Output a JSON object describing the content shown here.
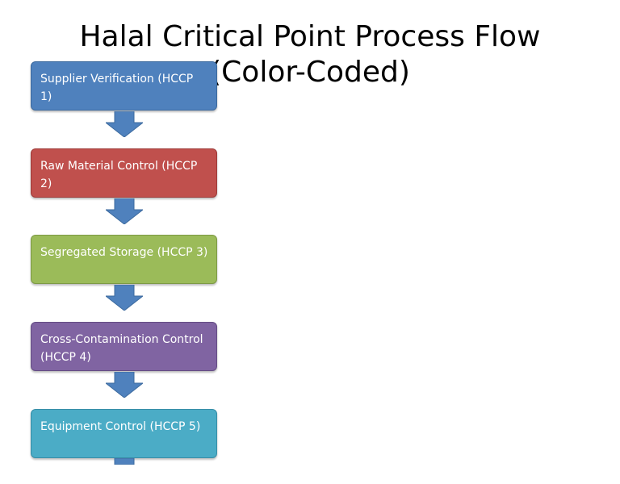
{
  "slide": {
    "title_line1": "Halal Critical Point Process Flow",
    "title_line2": "(Color-Coded)"
  },
  "steps": [
    {
      "label": "Supplier Verification (HCCP 1)",
      "color": "#4F81BD",
      "border": "#3C6A9E"
    },
    {
      "label": "Raw Material Control (HCCP 2)",
      "color": "#C0504D",
      "border": "#9E3B39"
    },
    {
      "label": "Segregated Storage (HCCP 3)",
      "color": "#9BBB59",
      "border": "#7D9A44"
    },
    {
      "label": "Cross-Contamination Control (HCCP 4)",
      "color": "#8064A2",
      "border": "#654D85"
    },
    {
      "label": "Equipment Control (HCCP 5)",
      "color": "#4BACC6",
      "border": "#378EA7"
    }
  ],
  "arrow_color": "#4F81BD",
  "arrow_outline": "#3C6A9E"
}
